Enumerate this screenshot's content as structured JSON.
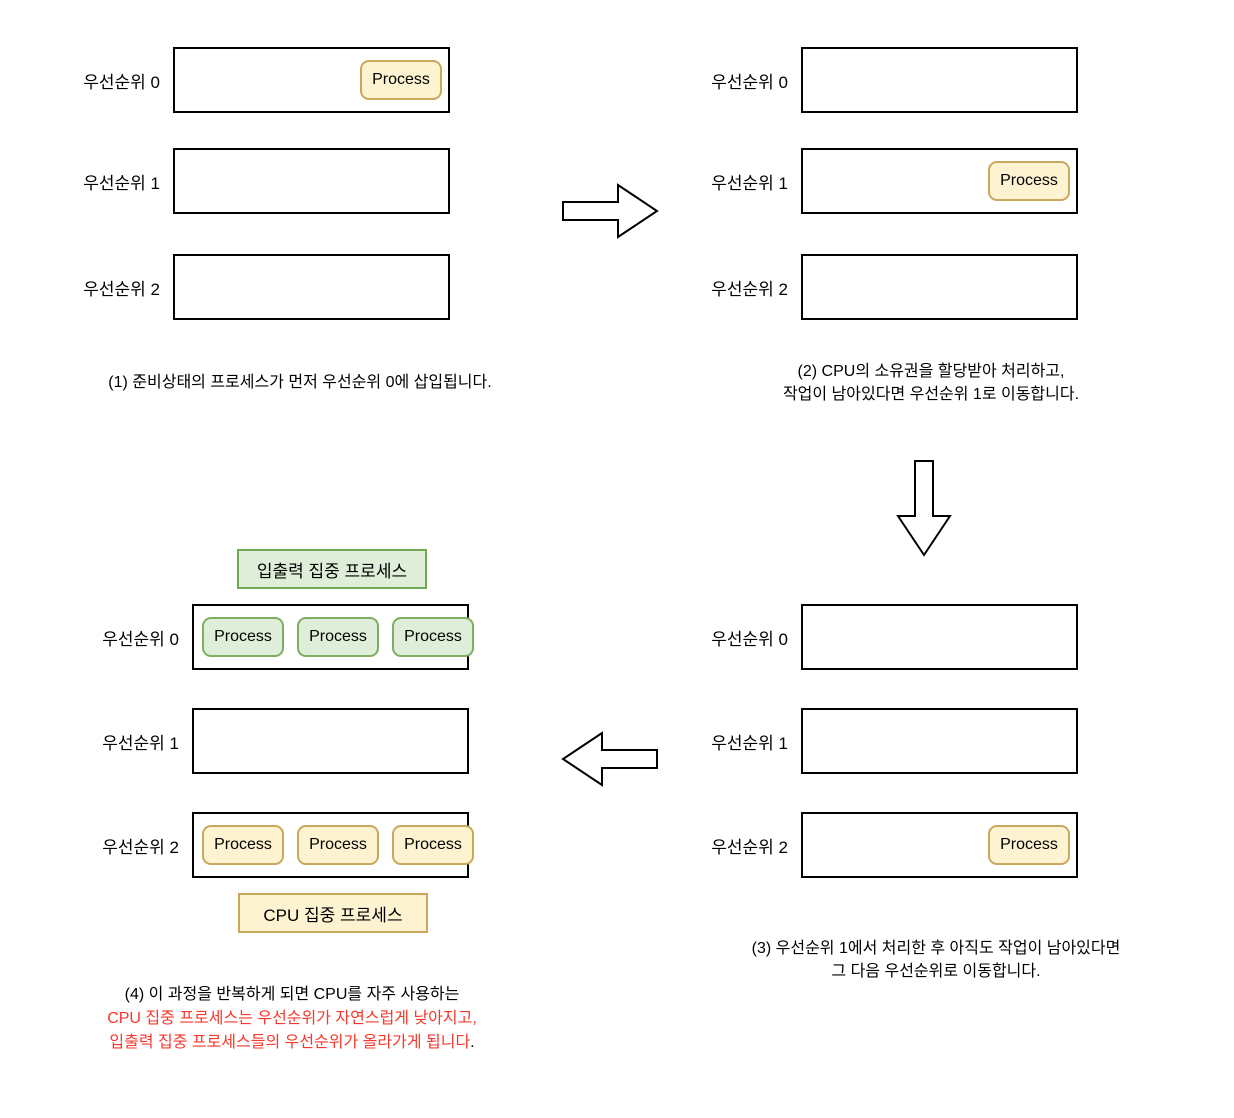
{
  "diagram": {
    "colors": {
      "queue_border": "#000000",
      "process_yellow_fill": "#fdf3d0",
      "process_yellow_border": "#c9a85c",
      "process_green_fill": "#dfeed8",
      "process_green_border": "#7fae63",
      "caption_red": "#f8382c",
      "caption_black": "#000000"
    },
    "arrows": [
      {
        "name": "arrow-right-icon",
        "direction": "right"
      },
      {
        "name": "arrow-down-icon",
        "direction": "down"
      },
      {
        "name": "arrow-left-icon",
        "direction": "left"
      }
    ],
    "panels": [
      {
        "queues": [
          {
            "label": "우선순위 0",
            "processes": [
              "Process"
            ]
          },
          {
            "label": "우선순위 1",
            "processes": []
          },
          {
            "label": "우선순위 2",
            "processes": []
          }
        ],
        "caption_lines": [
          {
            "segments": [
              {
                "text": "(1) 준비상태의 프로세스가 먼저 우선순위 0에 삽입됩니다.",
                "color": "#000000"
              }
            ]
          }
        ]
      },
      {
        "queues": [
          {
            "label": "우선순위 0",
            "processes": []
          },
          {
            "label": "우선순위 1",
            "processes": [
              "Process"
            ]
          },
          {
            "label": "우선순위 2",
            "processes": []
          }
        ],
        "caption_lines": [
          {
            "segments": [
              {
                "text": "(2) CPU의 소유권을 할당받아 처리하고,",
                "color": "#000000"
              }
            ]
          },
          {
            "segments": [
              {
                "text": "작업이 남아있다면 우선순위 1로 이동합니다.",
                "color": "#000000"
              }
            ]
          }
        ]
      },
      {
        "queues": [
          {
            "label": "우선순위 0",
            "processes": []
          },
          {
            "label": "우선순위 1",
            "processes": []
          },
          {
            "label": "우선순위 2",
            "processes": [
              "Process"
            ]
          }
        ],
        "caption_lines": [
          {
            "segments": [
              {
                "text": "(3) 우선순위 1에서 처리한 후 아직도 작업이 남아있다면",
                "color": "#000000"
              }
            ]
          },
          {
            "segments": [
              {
                "text": "그 다음 우선순위로 이동합니다.",
                "color": "#000000"
              }
            ]
          }
        ]
      },
      {
        "top_label": "입출력 집중 프로세스",
        "bottom_label": "CPU 집중 프로세스",
        "queues": [
          {
            "label": "우선순위 0",
            "processes": [
              "Process",
              "Process",
              "Process"
            ]
          },
          {
            "label": "우선순위 1",
            "processes": []
          },
          {
            "label": "우선순위 2",
            "processes": [
              "Process",
              "Process",
              "Process"
            ]
          }
        ],
        "caption_lines": [
          {
            "segments": [
              {
                "text": "(4) 이 과정을 반복하게 되면 CPU를 자주 사용하는",
                "color": "#000000"
              }
            ]
          },
          {
            "segments": [
              {
                "text": "CPU 집중 프로세스는 우선순위가 자연스럽게 낮아지고,",
                "color": "#f8382c"
              }
            ]
          },
          {
            "segments": [
              {
                "text": "입출력 집중 프로세스들의 우선순위가 올라가게 됩니다",
                "color": "#f8382c"
              },
              {
                "text": ".",
                "color": "#000000"
              }
            ]
          }
        ]
      }
    ]
  }
}
